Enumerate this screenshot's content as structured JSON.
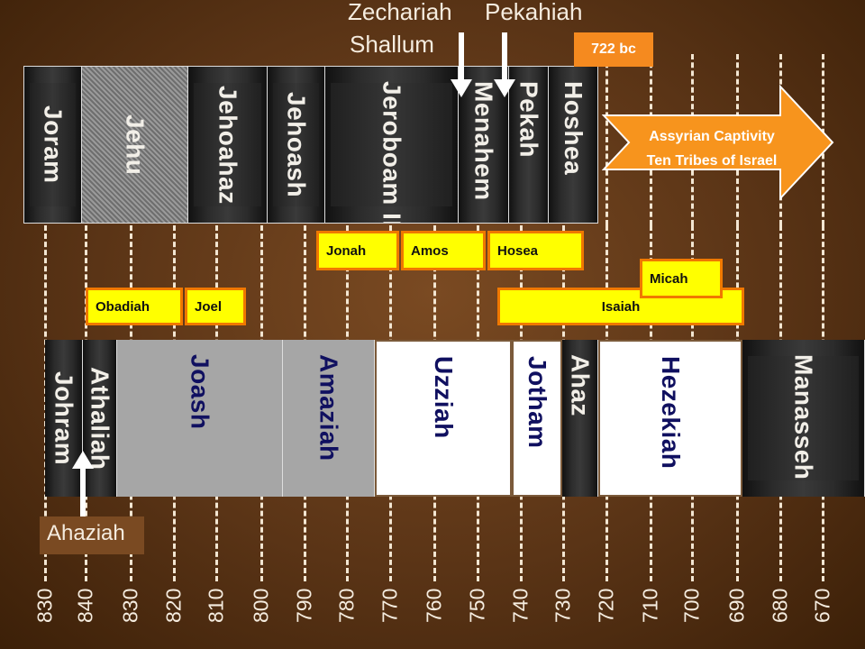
{
  "years": [
    "830",
    "840",
    "830",
    "820",
    "810",
    "800",
    "790",
    "780",
    "770",
    "760",
    "750",
    "740",
    "730",
    "720",
    "710",
    "700",
    "690",
    "680",
    "670"
  ],
  "israel_kings": [
    {
      "name": "Joram",
      "style": "dark"
    },
    {
      "name": "Jehu",
      "style": "hatch"
    },
    {
      "name": "Jehoahaz",
      "style": "dark"
    },
    {
      "name": "Jehoash",
      "style": "dark"
    },
    {
      "name": "Jeroboam II",
      "style": "dark"
    },
    {
      "name": "Menahem",
      "style": "dark"
    },
    {
      "name": "Pekah",
      "style": "dark"
    },
    {
      "name": "Hoshea",
      "style": "dark"
    }
  ],
  "judah_kings": [
    {
      "name": "Johram",
      "style": "dark"
    },
    {
      "name": "Athaliah",
      "style": "dark"
    },
    {
      "name": "Joash",
      "style": "gray"
    },
    {
      "name": "Amaziah",
      "style": "gray"
    },
    {
      "name": "Uzziah",
      "style": "white"
    },
    {
      "name": "Jotham",
      "style": "white"
    },
    {
      "name": "Ahaz",
      "style": "dark"
    },
    {
      "name": "Hezekiah",
      "style": "white"
    },
    {
      "name": "Manasseh",
      "style": "dark"
    }
  ],
  "prophets": {
    "jonah": "Jonah",
    "amos": "Amos",
    "hosea": "Hosea",
    "micah": "Micah",
    "obadiah": "Obadiah",
    "joel": "Joel",
    "isaiah": "Isaiah"
  },
  "annotations": {
    "zechariah": "Zechariah",
    "shallum": "Shallum",
    "pekahiah": "Pekahiah",
    "ahaziah": "Ahaziah",
    "date_722": "722 bc"
  },
  "captivity": {
    "line1": "Assyrian Captivity",
    "line2": "Ten Tribes of Israel"
  },
  "colors": {
    "prophet_fill": "#ffff00",
    "prophet_border": "#f07800",
    "arrow": "#f7941d",
    "tag": "#f58a1f"
  }
}
